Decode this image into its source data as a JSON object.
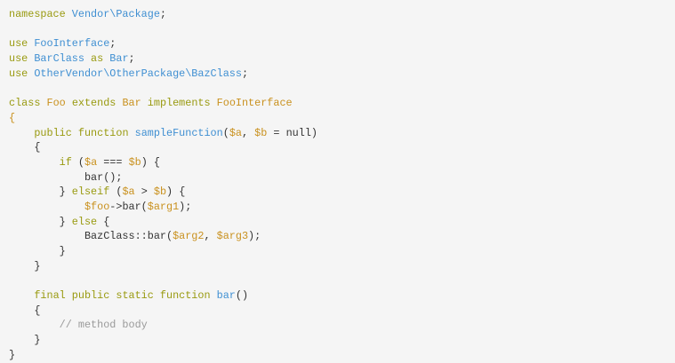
{
  "colors": {
    "keyword": "#999a10",
    "name": "#3f8fd2",
    "variable": "#c9911e",
    "plain": "#333333",
    "comment": "#9a9a9a",
    "background": "#f5f5f5"
  },
  "code_lines": [
    [
      [
        "k",
        "namespace "
      ],
      [
        "n",
        "Vendor\\Package"
      ],
      [
        "p",
        ";"
      ]
    ],
    [],
    [
      [
        "k",
        "use "
      ],
      [
        "n",
        "FooInterface"
      ],
      [
        "p",
        ";"
      ]
    ],
    [
      [
        "k",
        "use "
      ],
      [
        "n",
        "BarClass"
      ],
      [
        "k",
        " as "
      ],
      [
        "n",
        "Bar"
      ],
      [
        "p",
        ";"
      ]
    ],
    [
      [
        "k",
        "use "
      ],
      [
        "n",
        "OtherVendor\\OtherPackage\\BazClass"
      ],
      [
        "p",
        ";"
      ]
    ],
    [],
    [
      [
        "k",
        "class "
      ],
      [
        "v",
        "Foo"
      ],
      [
        "k",
        " extends "
      ],
      [
        "v",
        "Bar"
      ],
      [
        "k",
        " implements "
      ],
      [
        "v",
        "FooInterface"
      ]
    ],
    [
      [
        "v",
        "{"
      ]
    ],
    [
      [
        "p",
        "    "
      ],
      [
        "k",
        "public function "
      ],
      [
        "n",
        "sampleFunction"
      ],
      [
        "p",
        "("
      ],
      [
        "v",
        "$a"
      ],
      [
        "p",
        ", "
      ],
      [
        "v",
        "$b"
      ],
      [
        "p",
        " = null)"
      ]
    ],
    [
      [
        "p",
        "    {"
      ]
    ],
    [
      [
        "p",
        "        "
      ],
      [
        "k",
        "if"
      ],
      [
        "p",
        " ("
      ],
      [
        "v",
        "$a"
      ],
      [
        "p",
        " === "
      ],
      [
        "v",
        "$b"
      ],
      [
        "p",
        ") {"
      ]
    ],
    [
      [
        "p",
        "            bar();"
      ]
    ],
    [
      [
        "p",
        "        } "
      ],
      [
        "k",
        "elseif"
      ],
      [
        "p",
        " ("
      ],
      [
        "v",
        "$a"
      ],
      [
        "p",
        " > "
      ],
      [
        "v",
        "$b"
      ],
      [
        "p",
        ") {"
      ]
    ],
    [
      [
        "p",
        "            "
      ],
      [
        "v",
        "$foo"
      ],
      [
        "p",
        "->bar("
      ],
      [
        "v",
        "$arg1"
      ],
      [
        "p",
        ");"
      ]
    ],
    [
      [
        "p",
        "        } "
      ],
      [
        "k",
        "else"
      ],
      [
        "p",
        " {"
      ]
    ],
    [
      [
        "p",
        "            BazClass::bar("
      ],
      [
        "v",
        "$arg2"
      ],
      [
        "p",
        ", "
      ],
      [
        "v",
        "$arg3"
      ],
      [
        "p",
        ");"
      ]
    ],
    [
      [
        "p",
        "        }"
      ]
    ],
    [
      [
        "p",
        "    }"
      ]
    ],
    [],
    [
      [
        "p",
        "    "
      ],
      [
        "k",
        "final public static function "
      ],
      [
        "n",
        "bar"
      ],
      [
        "p",
        "()"
      ]
    ],
    [
      [
        "p",
        "    {"
      ]
    ],
    [
      [
        "p",
        "        "
      ],
      [
        "c",
        "// method body"
      ]
    ],
    [
      [
        "p",
        "    }"
      ]
    ],
    [
      [
        "p",
        "}"
      ]
    ]
  ]
}
